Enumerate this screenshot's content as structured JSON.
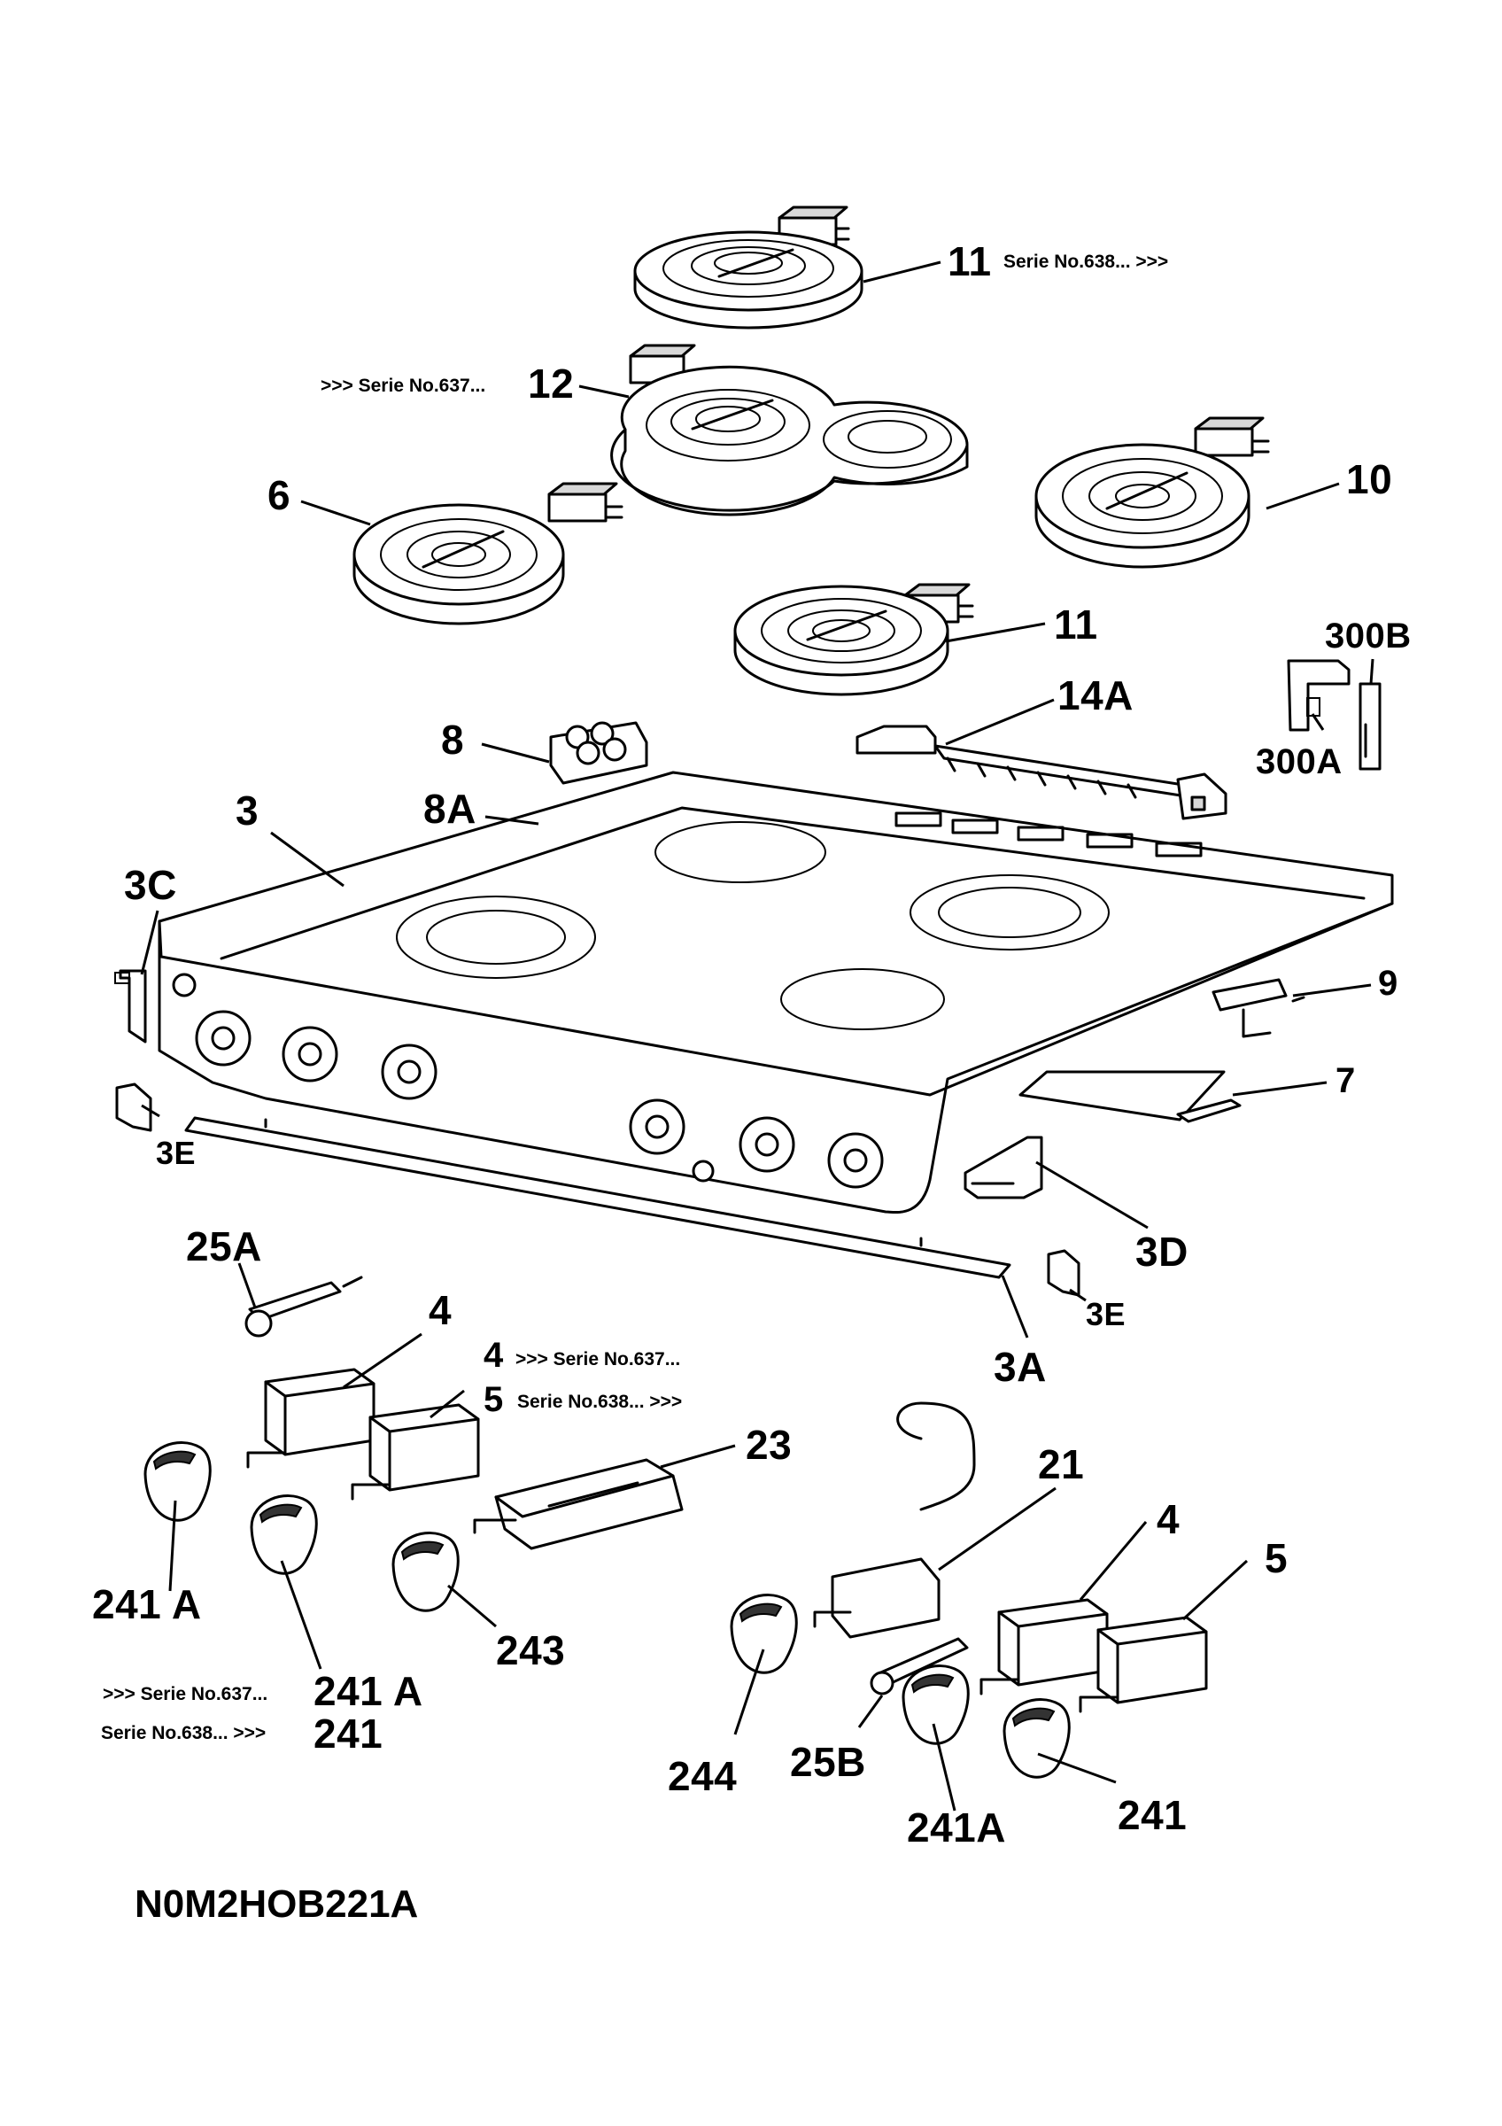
{
  "diagram_code": "N0M2HOB221A",
  "callouts": {
    "c11_top": "11",
    "c12": "12",
    "c6": "6",
    "c10": "10",
    "c11_mid": "11",
    "c300B": "300B",
    "c14A": "14A",
    "c8": "8",
    "c300A": "300A",
    "c3": "3",
    "c8A": "8A",
    "c3C": "3C",
    "c9": "9",
    "c7": "7",
    "c3E_left": "3E",
    "c3D": "3D",
    "c25A": "25A",
    "c4_left": "4",
    "c3E_right": "3E",
    "c4_serie": "4",
    "c3A": "3A",
    "c5_serie": "5",
    "c23": "23",
    "c21": "21",
    "c4_right": "4",
    "c5_right": "5",
    "c241A_left": "241 A",
    "c243": "243",
    "c241A_serie": "241 A",
    "c241_serie": "241",
    "c244": "244",
    "c25B": "25B",
    "c241A_bottom": "241A",
    "c241_bottom": "241"
  },
  "notes": {
    "n11": "Serie No.638... >>>",
    "n12": ">>> Serie No.637...",
    "n4": ">>> Serie No.637...",
    "n5": "Serie No.638... >>>",
    "n241A": ">>> Serie No.637...",
    "n241": "Serie No.638... >>>"
  }
}
